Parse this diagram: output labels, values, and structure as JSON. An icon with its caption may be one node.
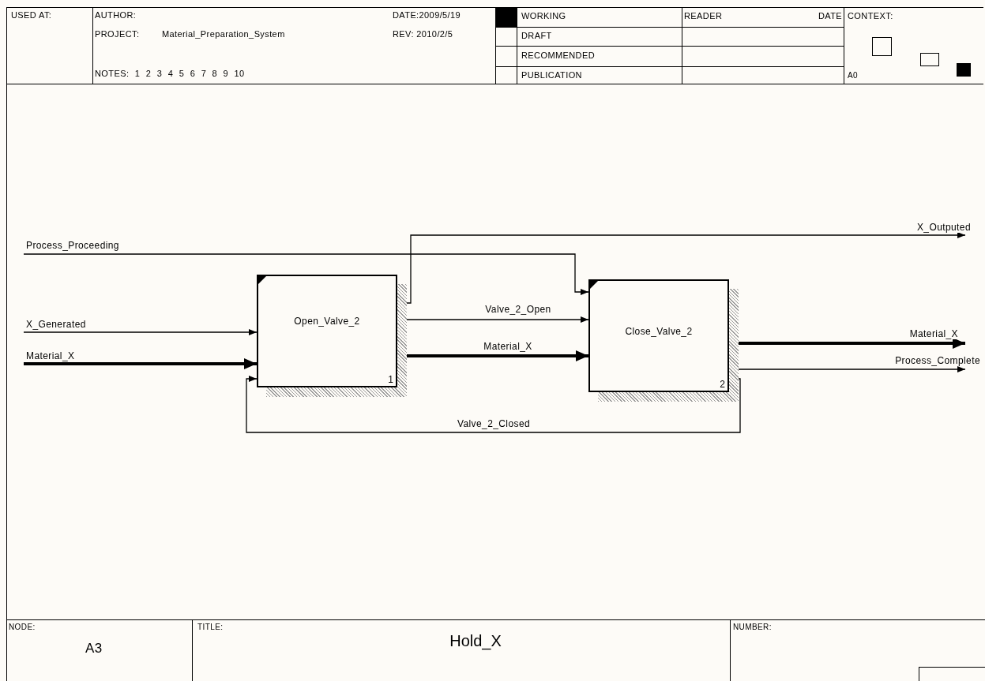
{
  "diagram": {
    "title": "Hold_X",
    "nodes": [
      {
        "text": [
          "Open_Valve_2",
          "1"
        ]
      },
      {
        "text": [
          "Close_Valve_2",
          "2"
        ]
      }
    ],
    "edges": [
      {
        "from": null,
        "to": 1,
        "arrow": "to",
        "label": "Process_Proceeding"
      },
      {
        "from": null,
        "to": 0,
        "arrow": "to",
        "label": "X_Generated"
      },
      {
        "from": null,
        "to": 0,
        "arrow": "to",
        "label": "Material_X",
        "style": "thick"
      },
      {
        "from": 0,
        "to": 1,
        "arrow": "to",
        "label": "Valve_2_Open"
      },
      {
        "from": 0,
        "to": 1,
        "arrow": "to",
        "label": "Material_X",
        "style": "thick"
      },
      {
        "from": 0,
        "to": null,
        "arrow": "to",
        "label": "X_Outputed"
      },
      {
        "from": 1,
        "to": null,
        "arrow": "to",
        "label": "Material_X",
        "style": "thick"
      },
      {
        "from": 1,
        "to": null,
        "arrow": "to",
        "label": "Process_Complete"
      },
      {
        "from": 1,
        "to": 0,
        "arrow": "to",
        "label": "Valve_2_Closed"
      }
    ],
    "labels": [
      "USED AT:",
      "AUTHOR:",
      "DATE:2009/5/19",
      "PROJECT:",
      "Material_Preparation_System",
      "REV: 2010/2/5",
      "NOTES: 1 2 3 4 5 6 7 8 9 10",
      "WORKING",
      "READER",
      "DATE",
      "CONTEXT:",
      "DRAFT",
      "RECOMMENDED",
      "PUBLICATION",
      "A0",
      "NODE:",
      "A3",
      "TITLE:",
      "NUMBER:"
    ]
  }
}
